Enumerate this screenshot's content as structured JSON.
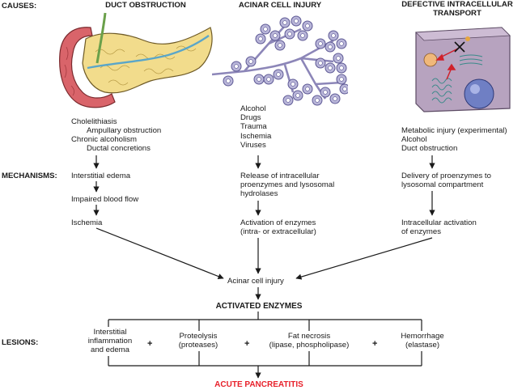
{
  "labels": {
    "causes": "CAUSES:",
    "mechanisms": "MECHANISMS:",
    "lesions": "LESIONS:"
  },
  "columns": {
    "duct": {
      "title": "DUCT OBSTRUCTION",
      "causes": [
        "Cholelithiasis",
        "Ampullary obstruction",
        "Chronic alcoholism",
        "Ductal concretions"
      ],
      "mech1": "Interstitial edema",
      "mech2": "Impaired blood flow",
      "mech3": "Ischemia"
    },
    "acinar": {
      "title": "ACINAR CELL INJURY",
      "causes": [
        "Alcohol",
        "Drugs",
        "Trauma",
        "Ischemia",
        "Viruses"
      ],
      "mech1": [
        "Release of intracellular",
        "proenzymes and lysosomal",
        "hydrolases"
      ],
      "mech2": [
        "Activation of enzymes",
        "(intra- or extracellular)"
      ]
    },
    "transport": {
      "title": [
        "DEFECTIVE INTRACELLULAR",
        "TRANSPORT"
      ],
      "causes": [
        "Metabolic injury (experimental)",
        "Alcohol",
        "Duct obstruction"
      ],
      "mech1": [
        "Delivery of proenzymes to",
        "lysosomal compartment"
      ],
      "mech2": [
        "Intracellular activation",
        "of enzymes"
      ]
    }
  },
  "convergence": "Acinar cell injury",
  "activated": "ACTIVATED ENZYMES",
  "lesions": {
    "l1": [
      "Interstitial",
      "inflammation",
      "and edema"
    ],
    "l2": [
      "Proteolysis",
      "(proteases)"
    ],
    "l3": [
      "Fat necrosis",
      "(lipase, phospholipase)"
    ],
    "l4": [
      "Hemorrhage",
      "(elastase)"
    ],
    "plus": "+"
  },
  "result": "ACUTE PANCREATITIS",
  "colors": {
    "result": "#e8202a",
    "pancreas": "#f2dc8c",
    "duodenum": "#d9646a",
    "acinus": "#b9b6d9",
    "cell": "#b7a3bf",
    "nucleus": "#6f7fc4",
    "arrow_red": "#d0202a"
  },
  "icons": [
    "pancreas-illustration",
    "acinar-tree-illustration",
    "cell-illustration",
    "arrow-icon"
  ]
}
